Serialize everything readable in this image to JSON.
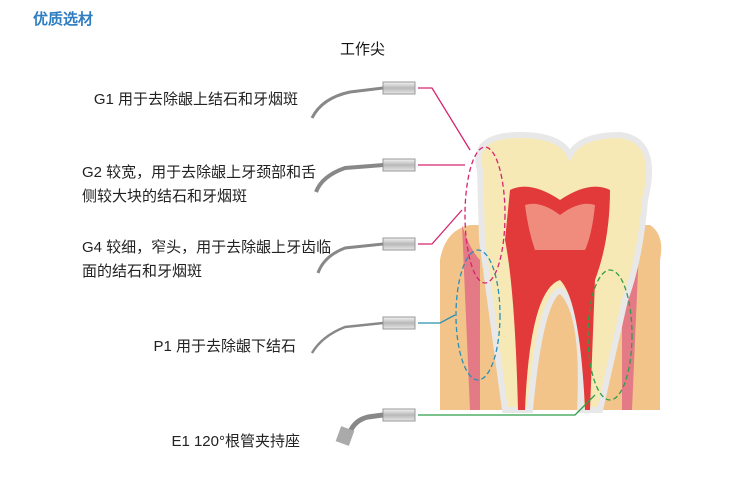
{
  "header": {
    "title": "优质选材",
    "subtitle": "工作尖"
  },
  "tips": [
    {
      "code": "G1",
      "line1": "G1 用于去除龈上结石和牙烟斑",
      "color": "#d6246e"
    },
    {
      "code": "G2",
      "line1": "G2 较宽，用于去除龈上牙颈部和舌",
      "line2": "侧较大块的结石和牙烟斑",
      "color": "#d6246e"
    },
    {
      "code": "G4",
      "line1": "G4 较细，窄头，用于去除龈上牙齿临",
      "line2": "面的结石和牙烟斑",
      "color": "#d6246e"
    },
    {
      "code": "P1",
      "line1": "P1 用于去除龈下结石",
      "color": "#2a8fb5"
    },
    {
      "code": "E1",
      "line1": "E1 120°根管夹持座",
      "color": "#2e9e4a"
    }
  ]
}
